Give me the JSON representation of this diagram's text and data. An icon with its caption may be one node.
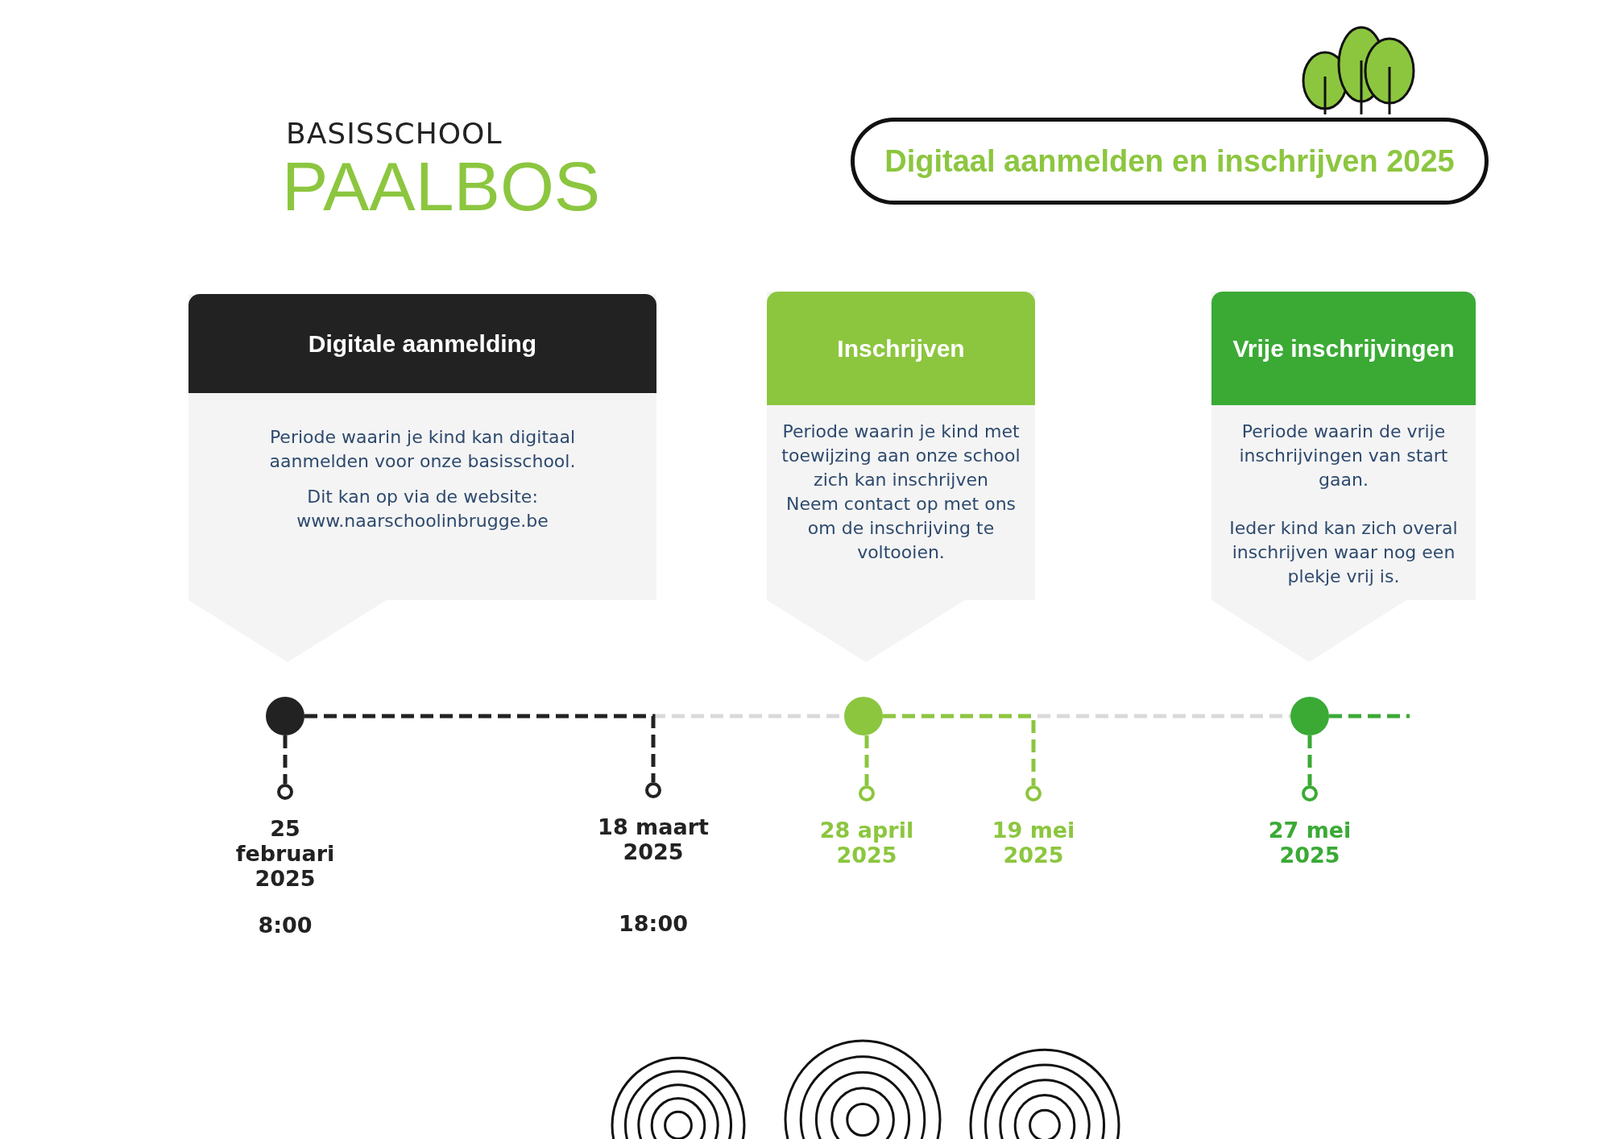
{
  "diagram": {
    "title": "Digitaal aanmelden en inschrijven 2025",
    "nodes": [
      {
        "text": [
          "Digitale aanmelding",
          "Periode waarin je kind kan digitaal aanmelden voor onze basisschool.",
          "Dit kan op via de website: www.naarschoolinbrugge.be"
        ]
      },
      {
        "text": [
          "Inschrijven",
          "Periode waarin je kind met toewijzing aan onze school zich kan inschrijven",
          "Neem contact op met ons om de inschrijving te voltooien."
        ]
      },
      {
        "text": [
          "Vrije inschrijvingen",
          "Periode waarin de vrije inschrijvingen van start gaan.",
          "Ieder kind kan zich overal inschrijven waar nog een plekje vrij is."
        ]
      },
      {
        "text": [],
        "shape": "circle"
      },
      {
        "text": [],
        "shape": "circle"
      },
      {
        "text": [],
        "shape": "circle"
      },
      {
        "text": [],
        "shape": "circle",
        "beside": [
          "25 februari 2025",
          "8:00"
        ]
      },
      {
        "text": [],
        "shape": "circle",
        "beside": [
          "18 maart 2025",
          "18:00"
        ]
      },
      {
        "text": [],
        "shape": "circle",
        "beside": [
          "28 april 2025"
        ]
      },
      {
        "text": [],
        "shape": "circle",
        "beside": [
          "19 mei 2025"
        ]
      },
      {
        "text": [],
        "shape": "circle",
        "beside": [
          "27 mei 2025"
        ]
      }
    ],
    "edges": [
      {
        "from": 3,
        "to": 4,
        "arrow": "none",
        "style": "dashed",
        "color": "#d9d9d9"
      },
      {
        "from": 4,
        "to": 5,
        "arrow": "none",
        "style": "dashed",
        "color": "#d9d9d9"
      },
      {
        "from": 3,
        "to": 6,
        "arrow": "none",
        "style": "dashed",
        "color": "#222222"
      },
      {
        "from": 3,
        "to": 7,
        "arrow": "none",
        "style": "dashed",
        "color": "#222222"
      },
      {
        "from": 4,
        "to": 8,
        "arrow": "none",
        "style": "dashed",
        "color": "#8cc63f"
      },
      {
        "from": 4,
        "to": 9,
        "arrow": "none",
        "style": "dashed",
        "color": "#8cc63f"
      },
      {
        "from": 5,
        "to": 10,
        "arrow": "none",
        "style": "dashed",
        "color": "#3aaa35"
      },
      {
        "from": 5,
        "to": null,
        "arrow": "none",
        "style": "dashed",
        "color": "#3aaa35"
      }
    ],
    "labels": [
      "BASISSCHOOL",
      "PAALBOS"
    ]
  }
}
